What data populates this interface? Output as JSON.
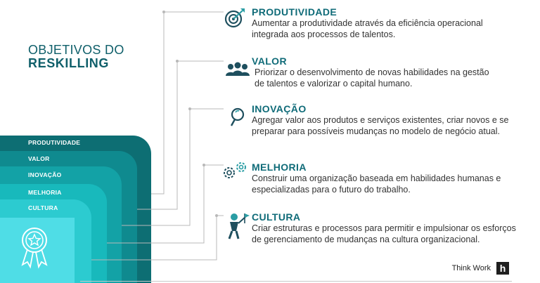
{
  "title": {
    "line1": "OBJETIVOS DO",
    "line2": "RESKILLING"
  },
  "steps": [
    {
      "label": "PRODUTIVIDADE",
      "color": "#0d6e73"
    },
    {
      "label": "VALOR",
      "color": "#0f8a8f"
    },
    {
      "label": "INOVAÇÃO",
      "color": "#13a2a6"
    },
    {
      "label": "MELHORIA",
      "color": "#18b9bc"
    },
    {
      "label": "CULTURA",
      "color": "#2ccbd0"
    }
  ],
  "front_panel_color": "#4fdde6",
  "items": [
    {
      "title": "PRODUTIVIDADE",
      "desc": "Aumentar a produtividade através da eficiência operacional integrada aos processos de talentos.",
      "icon": "target-arrow-icon"
    },
    {
      "title": "VALOR",
      "desc": "Priorizar o desenvolvimento de novas habilidades na gestão de talentos e valorizar o capital humano.",
      "icon": "people-group-icon"
    },
    {
      "title": "INOVAÇÃO",
      "desc": "Agregar valor aos produtos e serviços existentes, criar novos e se preparar para possíveis mudanças no modelo de negócio atual.",
      "icon": "magnifier-icon"
    },
    {
      "title": "MELHORIA",
      "desc": "Construir uma organização baseada em habilidades humanas e especializadas para o futuro do trabalho.",
      "icon": "gears-icon"
    },
    {
      "title": "CULTURA",
      "desc": "Criar estruturas e processos para permitir e impulsionar os esforços de gerenciamento de mudanças na cultura organizacional.",
      "icon": "person-flag-icon"
    }
  ],
  "brand": {
    "text": "Think Work",
    "logo_letter": "h"
  }
}
